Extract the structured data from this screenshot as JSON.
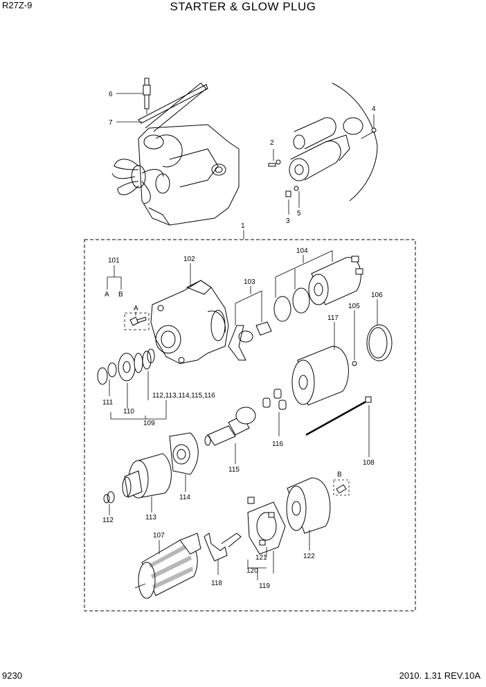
{
  "header": {
    "page_id": "R27Z-9",
    "title": "STARTER & GLOW PLUG"
  },
  "footer": {
    "page_number": "9230",
    "date_rev": "2010. 1.31  REV.10A"
  },
  "callouts": {
    "c1": "1",
    "c2": "2",
    "c3": "3",
    "c4": "4",
    "c5": "5",
    "c6": "6",
    "c7": "7",
    "c101": "101",
    "cA": "A",
    "cB": "B",
    "cA2": "A",
    "cB2": "B",
    "c102": "102",
    "c103": "103",
    "c104": "104",
    "c105": "105",
    "c106": "106",
    "c107": "107",
    "c108": "108",
    "c109": "109",
    "c110": "110",
    "c111": "111",
    "c112": "112",
    "c112b": "112,113,114,115,116",
    "c113": "113",
    "c114": "114",
    "c115": "115",
    "c116": "116",
    "c117": "117",
    "c118": "118",
    "c119": "119",
    "c120": "120",
    "c121": "121",
    "c122": "122"
  }
}
